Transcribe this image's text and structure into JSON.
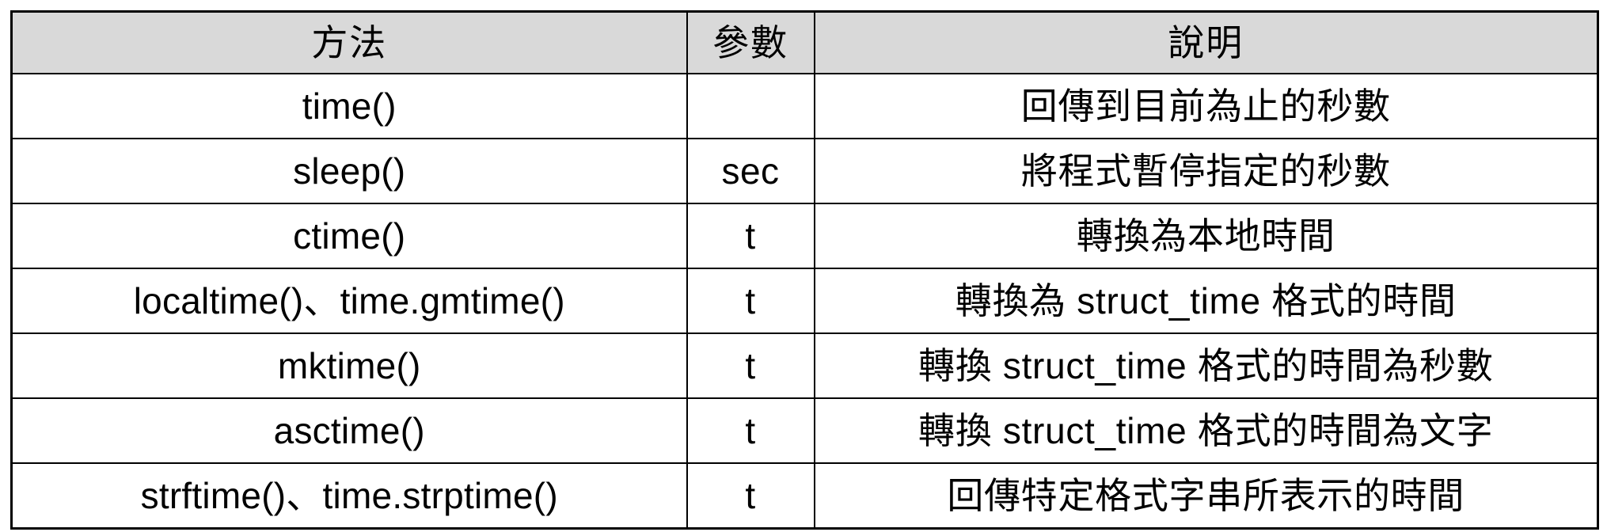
{
  "table": {
    "name": "python-time-module-methods",
    "columns": [
      {
        "key": "method",
        "label": "方法"
      },
      {
        "key": "param",
        "label": "參數"
      },
      {
        "key": "desc",
        "label": "說明"
      }
    ],
    "rows": [
      {
        "method": "time()",
        "param": "",
        "desc": "回傳到目前為止的秒數"
      },
      {
        "method": "sleep()",
        "param": "sec",
        "desc": "將程式暫停指定的秒數"
      },
      {
        "method": "ctime()",
        "param": "t",
        "desc": "轉換為本地時間"
      },
      {
        "method": "localtime()、time.gmtime()",
        "param": "t",
        "desc": "轉換為 struct_time 格式的時間"
      },
      {
        "method": "mktime()",
        "param": "t",
        "desc": "轉換 struct_time 格式的時間為秒數"
      },
      {
        "method": "asctime()",
        "param": "t",
        "desc": "轉換 struct_time 格式的時間為文字"
      },
      {
        "method": "strftime()、time.strptime()",
        "param": "t",
        "desc": "回傳特定格式字串所表示的時間"
      }
    ]
  },
  "style": {
    "header_background": "#d9d9d9",
    "cell_background": "#ffffff",
    "border_color": "#000000",
    "text_color": "#000000",
    "page_background": "#ffffff"
  }
}
